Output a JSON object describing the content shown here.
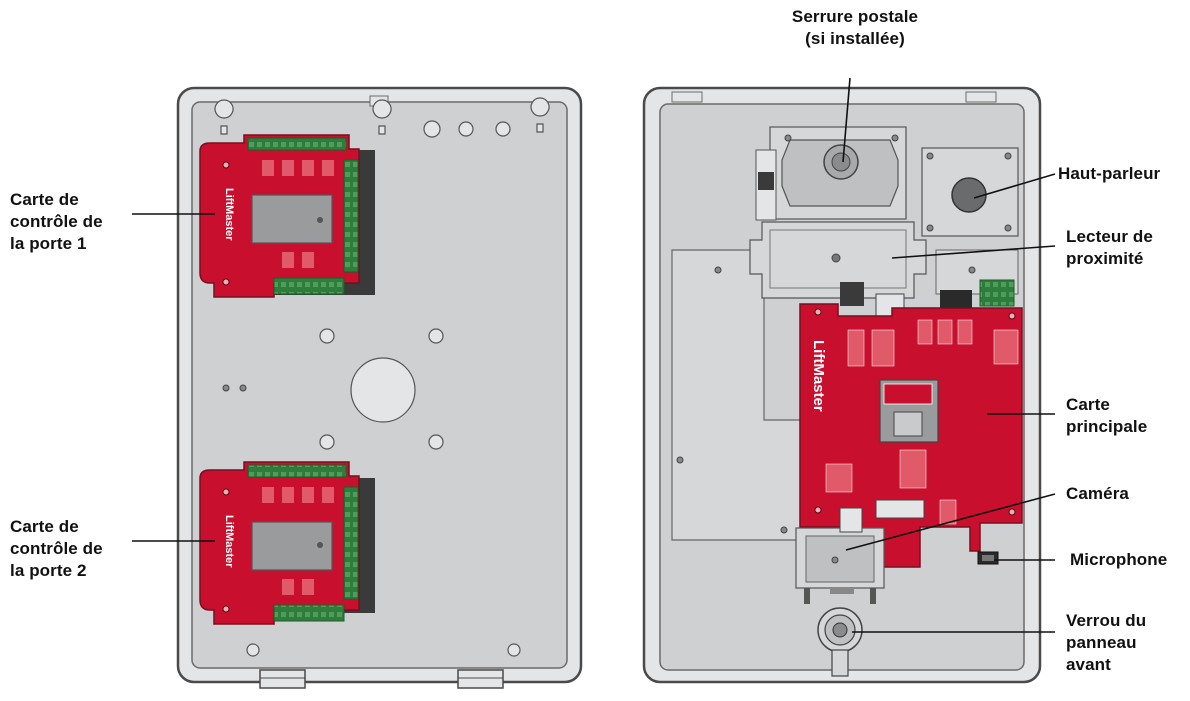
{
  "labels": {
    "board1": [
      "Carte de",
      "contrôle de",
      "la porte 1"
    ],
    "board2": [
      "Carte de",
      "contrôle de",
      "la porte 2"
    ],
    "mail_lock": [
      "Serrure postale",
      "(si installée)"
    ],
    "speaker": [
      "Haut-parleur"
    ],
    "prox_reader": [
      "Lecteur de",
      "proximité"
    ],
    "main_board": [
      "Carte",
      "principale"
    ],
    "camera": [
      "Caméra"
    ],
    "microphone": [
      "Microphone"
    ],
    "panel_lock": [
      "Verrou du",
      "panneau",
      "avant"
    ]
  },
  "board_text": {
    "brand": "LiftMaster"
  },
  "colors": {
    "board_red": "#c8102e",
    "housing": "#cfd0d2",
    "housing_edge": "#5a5a5a",
    "connector_green": "#2f7d3c",
    "connector_black": "#2a2a2a",
    "metal": "#b8b9bb",
    "leader_line": "#111111"
  }
}
